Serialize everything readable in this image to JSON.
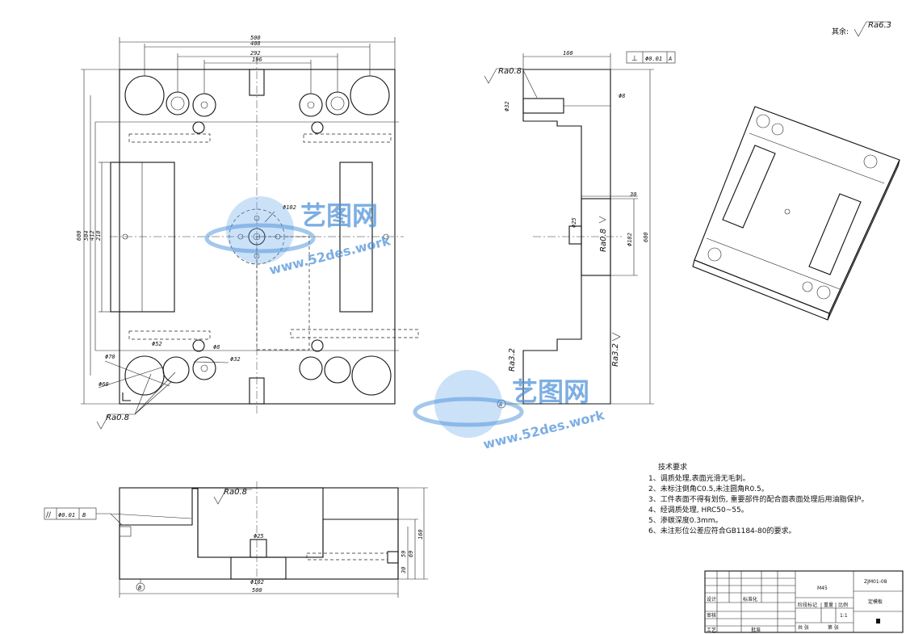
{
  "corner_note": {
    "label": "其余:",
    "roughness": "Ra6.3"
  },
  "front_view": {
    "dims_top": [
      "500",
      "408",
      "292",
      "196"
    ],
    "dims_left": [
      "600",
      "504",
      "412",
      "210"
    ],
    "dims_holes": [
      "Φ102",
      "Φ52",
      "Φ8",
      "Φ32",
      "Φ70",
      "Φ60"
    ],
    "roughness": "Ra0.8"
  },
  "side_view": {
    "dims": [
      "160",
      "Φ32",
      "Φ8",
      "30",
      "Φ25",
      "Φ102",
      "600"
    ],
    "roughness": [
      "Ra0.8",
      "Ra0.8",
      "Ra3.2",
      "Ra3.2"
    ],
    "perp_tolerance": {
      "symbol": "⊥",
      "value": "Φ0.01",
      "datum": "A"
    },
    "datum_label": "A"
  },
  "section_view": {
    "roughness": "Ra0.8",
    "parallel_tolerance": {
      "symbol": "//",
      "value": "Φ0.01",
      "datum": "B"
    },
    "dims": [
      "Φ25",
      "Φ102",
      "500",
      "160",
      "69",
      "59",
      "30"
    ],
    "datum_label": "B"
  },
  "watermark": {
    "brand": "艺图网",
    "url": "www.52des.work"
  },
  "tech_requirements": {
    "title": "技术要求",
    "items": [
      "1、调质处理,表面光滑无毛刺。",
      "2、未标注倒角C0.5,未注圆角R0.5。",
      "3、工件表面不得有划伤, 重要部件的配合面表面处理后用油脂保护。",
      "4、经调质处理, HRC50~55。",
      "5、渗碳深度0.3mm。",
      "6、未注形位公差应符合GB1184-80的要求。"
    ]
  },
  "title_block": {
    "material": "M45",
    "drawing_no": "ZJM01-08",
    "part_name": "定模板",
    "scale_label": "比例",
    "scale": "1:1",
    "weight_label": "重量",
    "stage_label": "阶段标记",
    "design_label": "设计",
    "process_label": "工艺",
    "review_label": "审核",
    "approve_label": "批准",
    "standard_label": "标准化",
    "sheets_label": "共 张",
    "sheet_label": "第 张"
  }
}
